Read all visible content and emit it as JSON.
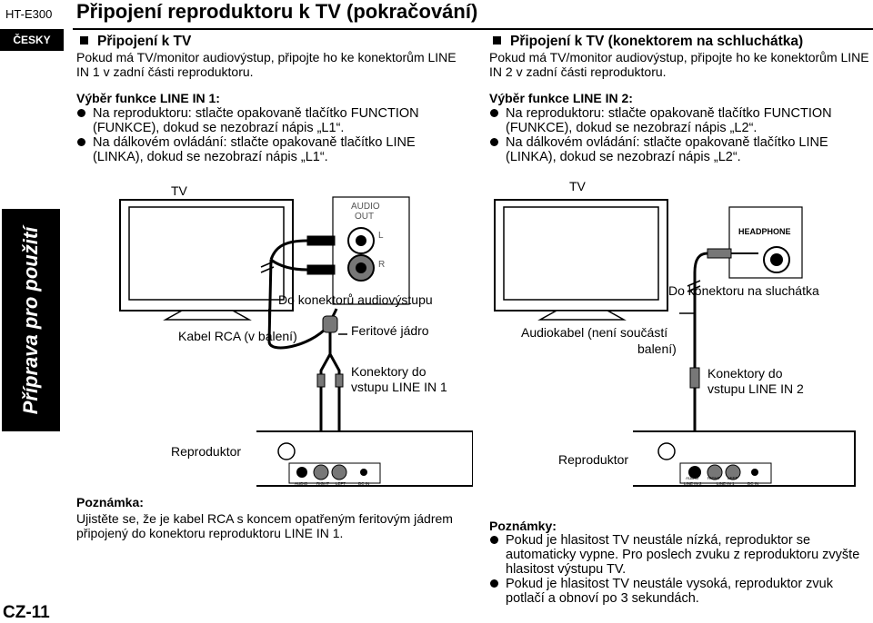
{
  "header": {
    "model": "HT-E300",
    "language": "ČESKY",
    "title": "Připojení reproduktoru k TV (pokračování)",
    "side_title": "Příprava pro použití",
    "page": "CZ-11"
  },
  "left": {
    "heading": "Připojení k TV",
    "intro": "Pokud má TV/monitor audiovýstup, připojte ho ke konektorům LINE IN 1 v zadní části reproduktoru.",
    "select_title": "Výběr funkce LINE IN 1:",
    "bullets": [
      "Na reproduktoru: stlačte opakovaně tlačítko FUNCTION (FUNKCE), dokud se nezobrazí nápis „L1“.",
      "Na dálkovém ovládání: stlačte opakovaně tlačítko LINE (LINKA), dokud se nezobrazí nápis „L1“."
    ],
    "diagram": {
      "tv": "TV",
      "audio_out": "AUDIO",
      "audio_out2": "OUT",
      "l": "L",
      "r": "R",
      "to_audio_out": "Do konektorů audiovýstupu",
      "cable": "Kabel RCA (v balení)",
      "ferrite": "Feritové jádro",
      "line_in_1": "Konektory do",
      "line_in_2": "vstupu LINE IN 1",
      "speaker": "Reproduktor",
      "jack_audio": "AUDIO",
      "jack_right": "RIGHT",
      "jack_left": "LEFT",
      "jack_dc": "DC IN"
    },
    "note_title": "Poznámka:",
    "note": "Ujistěte se, že je kabel RCA s koncem opatřeným feritovým jádrem připojený do konektoru reproduktoru LINE IN 1."
  },
  "right": {
    "heading": "Připojení k TV (konektorem na schluchátka)",
    "intro": "Pokud má TV/monitor audiovýstup, připojte ho ke konektorům LINE IN 2 v zadní části reproduktoru.",
    "select_title": "Výběr funkce LINE IN 2:",
    "bullets": [
      "Na reproduktoru: stlačte opakovaně tlačítko FUNCTION (FUNKCE), dokud se nezobrazí nápis „L2“.",
      "Na dálkovém ovládání: stlačte opakovaně tlačítko LINE (LINKA), dokud se nezobrazí nápis „L2“."
    ],
    "diagram": {
      "tv": "TV",
      "headphone": "HEADPHONE",
      "to_headphone": "Do konektoru na sluchátka",
      "cable1": "Audiokabel (není součástí",
      "cable2": "balení)",
      "line_in_1": "Konektory do",
      "line_in_2": "vstupu LINE IN 2",
      "speaker": "Reproduktor",
      "jack_audio": "AUDIO",
      "jack_linein2": "LINE IN 2",
      "jack_right": "RIGHT",
      "jack_linein1": "LINE IN 1",
      "jack_left": "LEFT",
      "jack_dc": "DC IN"
    },
    "notes_title": "Poznámky:",
    "notes": [
      "Pokud je hlasitost TV neustále nízká, reproduktor se automaticky vypne. Pro poslech zvuku z reproduktoru zvyšte hlasitost výstupu TV.",
      "Pokud je hlasitost TV neustále vysoká, reproduktor zvuk potlačí a obnoví po 3 sekundách."
    ]
  }
}
